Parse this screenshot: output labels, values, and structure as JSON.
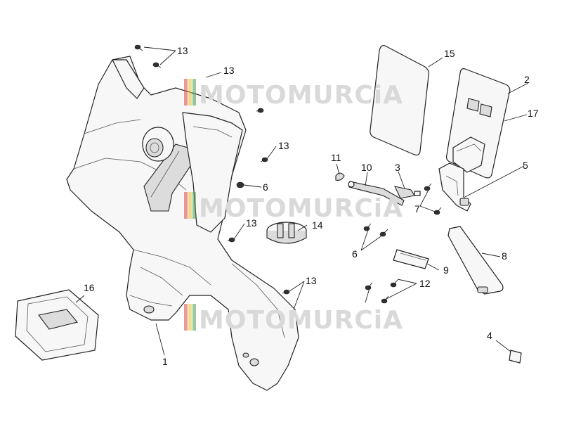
{
  "watermark": {
    "text": "MOTOMURCiA",
    "stripe_colors": [
      "#d84a3c",
      "#e7c23b",
      "#4a9a4a"
    ]
  },
  "callouts": {
    "c1": "1",
    "c2": "2",
    "c3": "3",
    "c4": "4",
    "c5": "5",
    "c6a": "6",
    "c6b": "6",
    "c7": "7",
    "c8": "8",
    "c9": "9",
    "c10": "10",
    "c11": "11",
    "c12": "12",
    "c13a": "13",
    "c13b": "13",
    "c13c": "13",
    "c13d": "13",
    "c13e": "13",
    "c14": "14",
    "c15": "15",
    "c16": "16",
    "c17": "17"
  }
}
